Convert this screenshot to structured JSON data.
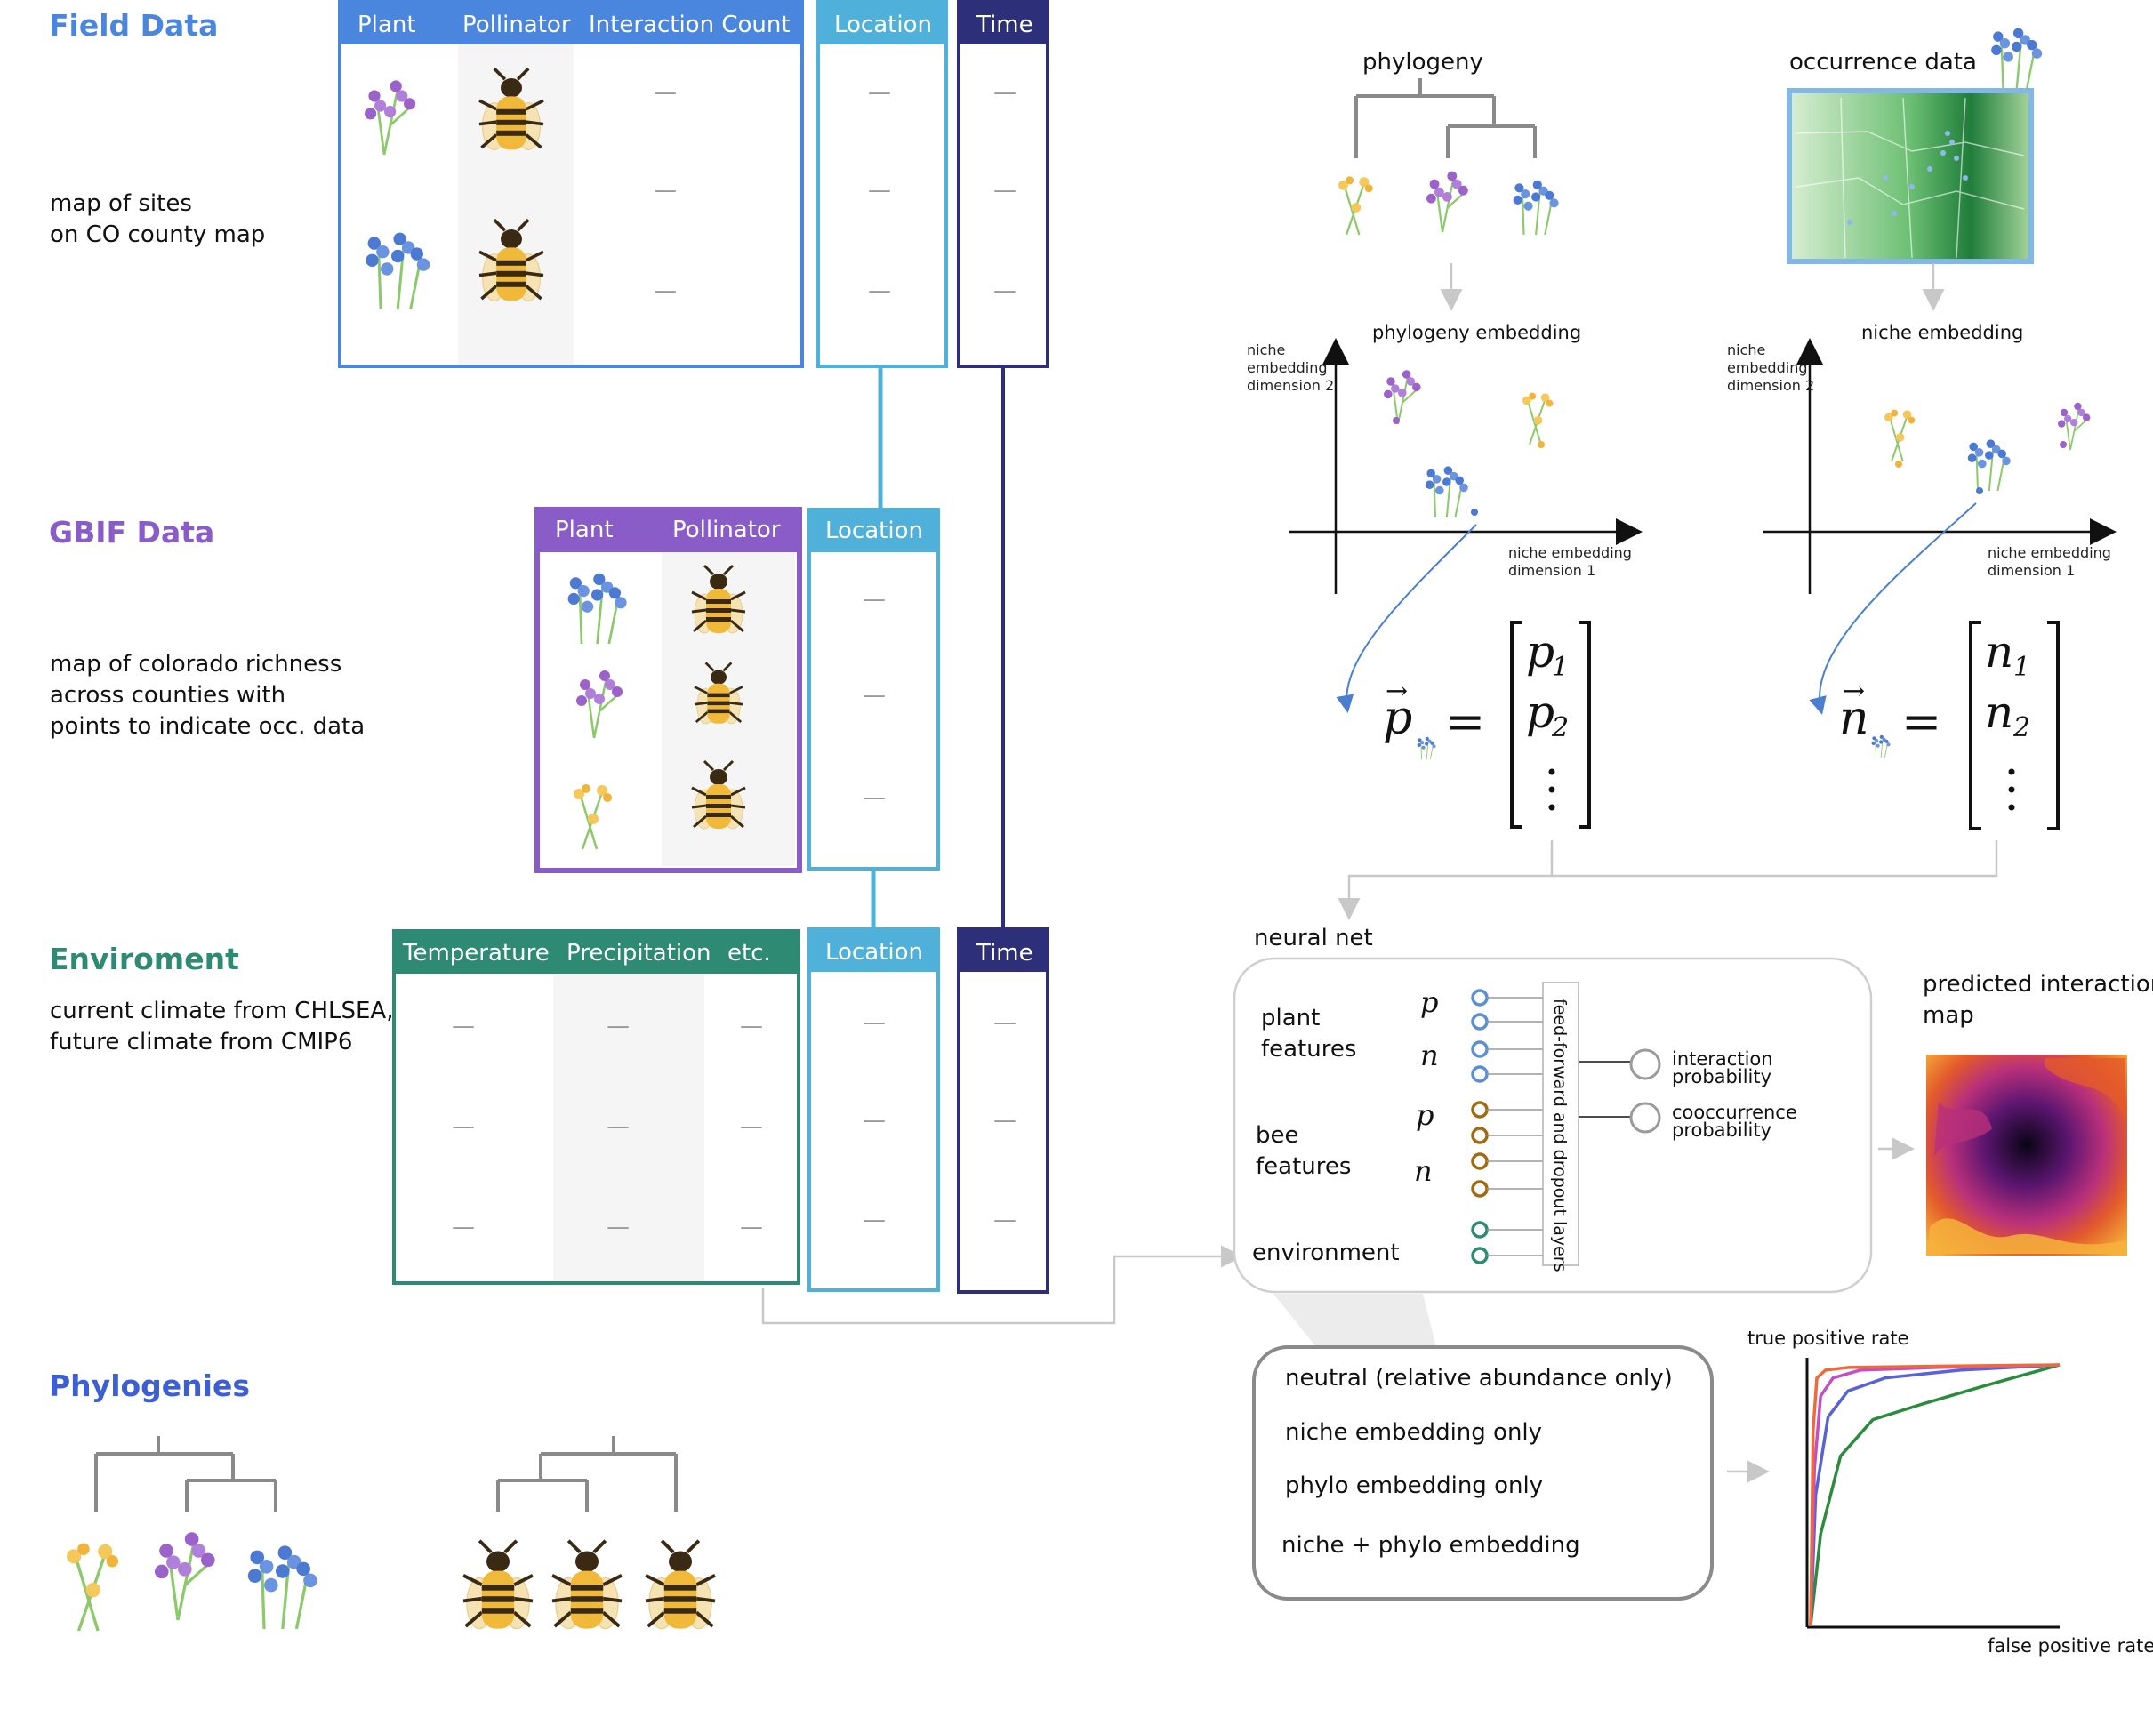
{
  "colors": {
    "field": "#4a86dd",
    "gbif": "#8a5cc8",
    "env": "#2e8a73",
    "location": "#4fb0d9",
    "time": "#2d2f78",
    "phylo_title": "#3d5fd4",
    "plant_feat": "#5b8fd1",
    "bee_feat": "#a06a12",
    "env_feat": "#2e8a73",
    "neutral": "#2c8b3e",
    "niche_only": "#5a63d6",
    "phylo_only": "#c24fc8",
    "niche_phylo": "#ef6a3a"
  },
  "field": {
    "title": "Field Data",
    "desc1": "map of sites",
    "desc2": "on CO county map",
    "headers": [
      "Plant",
      "Pollinator",
      "Interaction Count"
    ],
    "location": "Location",
    "time": "Time",
    "cells": [
      "—",
      "—",
      "—"
    ]
  },
  "gbif": {
    "title": "GBIF Data",
    "desc1": "map of colorado richness",
    "desc2": "across counties with",
    "desc3": "points to indicate occ. data",
    "headers": [
      "Plant",
      "Pollinator"
    ],
    "location": "Location",
    "cells": [
      "—",
      "—",
      "—"
    ]
  },
  "env": {
    "title": "Enviroment",
    "desc1": "current climate from CHLSEA,",
    "desc2": "future climate from CMIP6",
    "headers": [
      "Temperature",
      "Precipitation",
      "etc."
    ],
    "location": "Location",
    "time": "Time",
    "cells": [
      "—",
      "—",
      "—"
    ]
  },
  "phylogenies": {
    "title": "Phylogenies"
  },
  "embedding": {
    "phylogeny": "phylogeny",
    "occurrence": "occurrence data",
    "phylo_embedding": "phylogeny embedding",
    "niche_embedding": "niche embedding",
    "axis_y1": "niche",
    "axis_y2": "embedding",
    "axis_y3": "dimension 2",
    "axis_x1": "niche embedding",
    "axis_x2": "dimension 1",
    "p_vec": "p",
    "n_vec": "n",
    "p1": "p",
    "p2": "p",
    "n1": "n",
    "n2": "n",
    "sub1": "1",
    "sub2": "2",
    "equals": "="
  },
  "nn": {
    "title": "neural net",
    "plant1": "plant",
    "plant2": "features",
    "bee1": "bee",
    "bee2": "features",
    "environment": "environment",
    "layers": "feed-forward and dropout layers",
    "out1a": "interaction",
    "out1b": "probability",
    "out2a": "cooccurrence",
    "out2b": "probability",
    "pred1": "predicted interaction",
    "pred2": "map"
  },
  "models": [
    "neutral (relative abundance only)",
    "niche embedding only",
    "phylo embedding only",
    "niche + phylo embedding"
  ],
  "chart_data": {
    "type": "line",
    "xlabel": "false positive rate",
    "ylabel": "true positive rate",
    "xlim": [
      0,
      1
    ],
    "ylim": [
      0,
      1
    ],
    "series": [
      {
        "color": "#2c8b3e",
        "x": [
          0,
          0.04,
          0.12,
          0.25,
          0.45,
          0.7,
          1
        ],
        "y": [
          0,
          0.35,
          0.65,
          0.79,
          0.85,
          0.92,
          1
        ]
      },
      {
        "color": "#5a63d6",
        "x": [
          0,
          0.02,
          0.07,
          0.15,
          0.3,
          0.6,
          1
        ],
        "y": [
          0,
          0.5,
          0.8,
          0.9,
          0.95,
          0.98,
          1
        ]
      },
      {
        "color": "#c24fc8",
        "x": [
          0,
          0.015,
          0.04,
          0.09,
          0.2,
          0.5,
          1
        ],
        "y": [
          0,
          0.6,
          0.88,
          0.95,
          0.98,
          0.99,
          1
        ]
      },
      {
        "color": "#ef6a3a",
        "x": [
          0,
          0.01,
          0.025,
          0.06,
          0.15,
          0.5,
          1
        ],
        "y": [
          0,
          0.75,
          0.95,
          0.98,
          0.99,
          0.995,
          1
        ]
      }
    ]
  }
}
